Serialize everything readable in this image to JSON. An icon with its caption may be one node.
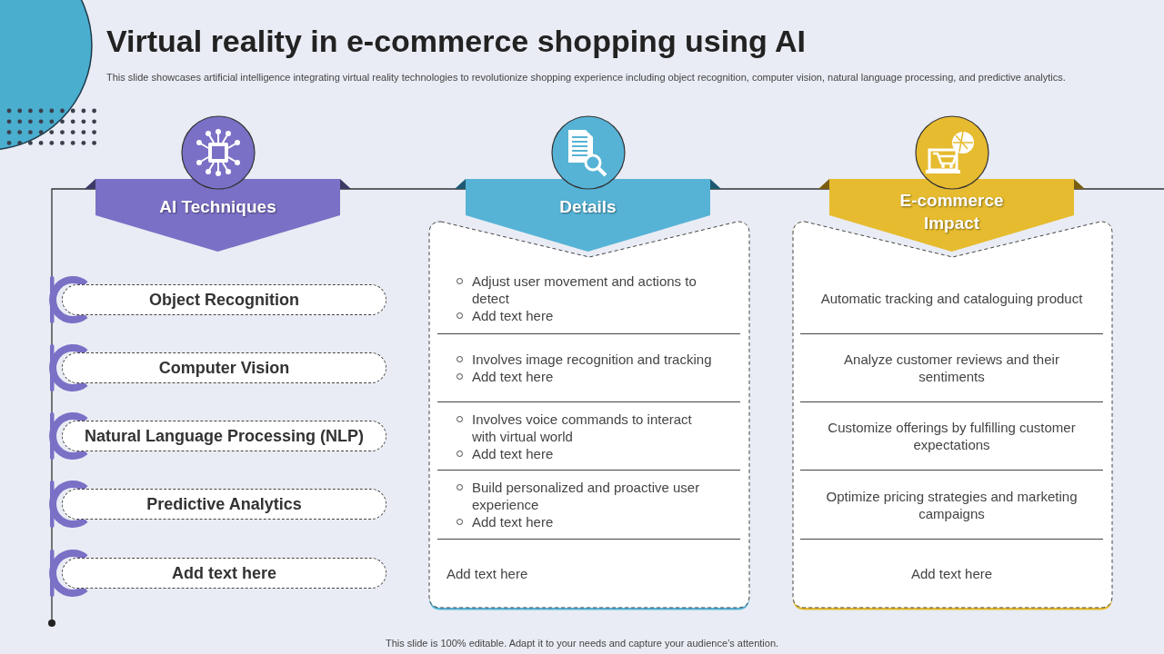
{
  "diagram": {
    "title": "Virtual reality in e-commerce shopping using AI",
    "nodes": [
      {
        "text": [
          "AI Techniques"
        ]
      },
      {
        "text": [
          "Details"
        ]
      },
      {
        "text": [
          "E-commerce Impact"
        ]
      },
      {
        "text": [
          "Object Recognition"
        ]
      },
      {
        "text": [
          "Computer Vision"
        ]
      },
      {
        "text": [
          "Natural Language Processing (NLP)"
        ]
      },
      {
        "text": [
          "Predictive Analytics"
        ]
      },
      {
        "text": [
          "Add text here"
        ]
      },
      {
        "text": [],
        "shape": "box"
      },
      {
        "text": [
          "Adjust user movement and actions to detect",
          "Add text here"
        ],
        "in": 8
      },
      {
        "text": [
          "Involves  image recognition and tracking",
          "Add text here"
        ],
        "in": 8
      },
      {
        "text": [
          "Involves  voice commands to interact with virtual world",
          "Add text here"
        ],
        "in": 8
      },
      {
        "text": [
          "Build personalized and proactive user experience",
          "Add text here"
        ],
        "in": 8
      },
      {
        "text": [
          "Add text here"
        ],
        "in": 8
      },
      {
        "text": [],
        "shape": "box"
      },
      {
        "text": [
          "Automatic tracking and cataloguing product"
        ],
        "in": 14
      },
      {
        "text": [
          "Analyze customer reviews and their sentiments"
        ],
        "in": 14
      },
      {
        "text": [
          "Customize offerings by fulfilling customer expectations"
        ],
        "in": 14
      },
      {
        "text": [
          "Optimize pricing strategies and marketing campaigns"
        ],
        "in": 14
      },
      {
        "text": [
          "Add text here"
        ],
        "in": 14
      }
    ],
    "labels": [
      "This slide showcases artificial intelligence integrating virtual reality technologies to revolutionize shopping experience including object recognition, computer vision, natural language processing, and predictive analytics.",
      "This slide is 100% editable. Adapt it to your needs and capture your audience’s attention."
    ]
  }
}
